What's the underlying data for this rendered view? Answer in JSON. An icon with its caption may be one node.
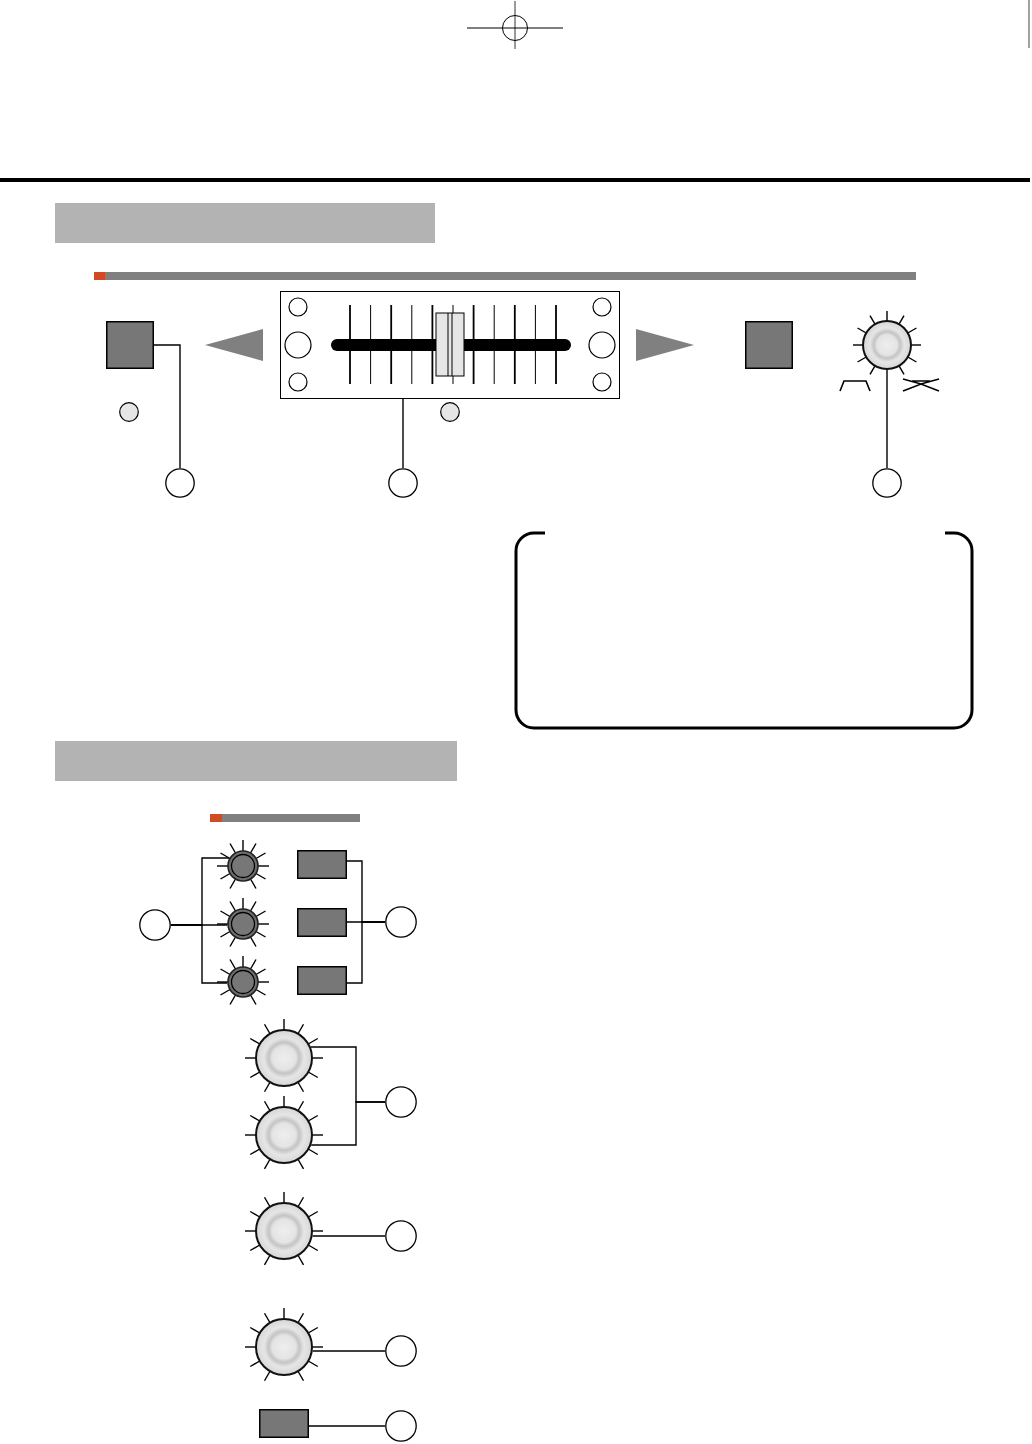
{
  "diagram": {
    "nodes": [
      {
        "text": [],
        "shape": "bar"
      },
      {
        "text": [],
        "shape": "box"
      },
      {
        "text": [],
        "shape": "triangle"
      },
      {
        "text": [],
        "shape": "slider"
      },
      {
        "text": [],
        "shape": "triangle"
      },
      {
        "text": [],
        "shape": "box"
      },
      {
        "text": [],
        "shape": "knob"
      },
      {
        "text": [],
        "shape": "circle"
      },
      {
        "text": [],
        "shape": "circle"
      },
      {
        "text": [],
        "shape": "circle"
      },
      {
        "text": [],
        "shape": "frame"
      },
      {
        "text": [],
        "shape": "bar"
      },
      {
        "text": [],
        "shape": "knob"
      },
      {
        "text": [],
        "shape": "box"
      },
      {
        "text": [],
        "shape": "circle"
      },
      {
        "text": [],
        "shape": "knob"
      },
      {
        "text": [],
        "shape": "box"
      },
      {
        "text": [],
        "shape": "circle"
      },
      {
        "text": [],
        "shape": "knob"
      },
      {
        "text": [],
        "shape": "box"
      },
      {
        "text": [],
        "shape": "knob"
      },
      {
        "text": [],
        "shape": "knob"
      },
      {
        "text": [],
        "shape": "circle"
      },
      {
        "text": [],
        "shape": "knob"
      },
      {
        "text": [],
        "shape": "circle"
      },
      {
        "text": [],
        "shape": "knob"
      },
      {
        "text": [],
        "shape": "circle"
      },
      {
        "text": [],
        "shape": "box"
      },
      {
        "text": [],
        "shape": "circle"
      }
    ],
    "edges": [
      {
        "from": 7,
        "to": 1,
        "arrow": "none"
      },
      {
        "from": 8,
        "to": 3,
        "arrow": "none"
      },
      {
        "from": 9,
        "to": 6,
        "arrow": "none"
      },
      {
        "from": 14,
        "to": 12,
        "arrow": "none"
      },
      {
        "from": 14,
        "to": 15,
        "arrow": "none"
      },
      {
        "from": 14,
        "to": 18,
        "arrow": "none"
      },
      {
        "from": 17,
        "to": 13,
        "arrow": "none"
      },
      {
        "from": 17,
        "to": 16,
        "arrow": "none"
      },
      {
        "from": 17,
        "to": 19,
        "arrow": "none"
      },
      {
        "from": 22,
        "to": 20,
        "arrow": "none"
      },
      {
        "from": 22,
        "to": 21,
        "arrow": "none"
      },
      {
        "from": 24,
        "to": 23,
        "arrow": "none"
      },
      {
        "from": 26,
        "to": 25,
        "arrow": "none"
      },
      {
        "from": 28,
        "to": 27,
        "arrow": "none"
      }
    ]
  }
}
